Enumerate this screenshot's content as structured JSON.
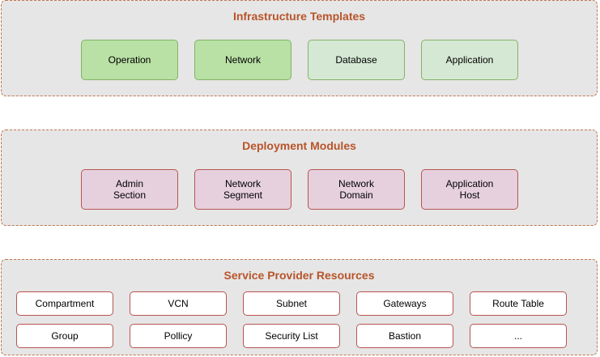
{
  "layers": {
    "templates": {
      "title": "Infrastructure Templates",
      "items": [
        "Operation",
        "Network",
        "Database",
        "Application"
      ]
    },
    "modules": {
      "title": "Deployment Modules",
      "items": [
        "Admin\nSection",
        "Network\nSegment",
        "Network\nDomain",
        "Application\nHost"
      ]
    },
    "resources": {
      "title": "Service Provider Resources",
      "row1": [
        "Compartment",
        "VCN",
        "Subnet",
        "Gateways",
        "Route Table"
      ],
      "row2": [
        "Group",
        "Pollicy",
        "Security List",
        "Bastion",
        "..."
      ]
    }
  },
  "colors": {
    "layer_fill": "#e6e6e6",
    "layer_border": "#c0764e",
    "title_text": "#b8542a",
    "template_fill_strong": "#b9e0a5",
    "template_fill_light": "#d5e8d4",
    "template_border": "#82b366",
    "module_fill": "#e6d0de",
    "module_border": "#b85450",
    "resource_fill": "#ffffff",
    "resource_border": "#b85450"
  }
}
